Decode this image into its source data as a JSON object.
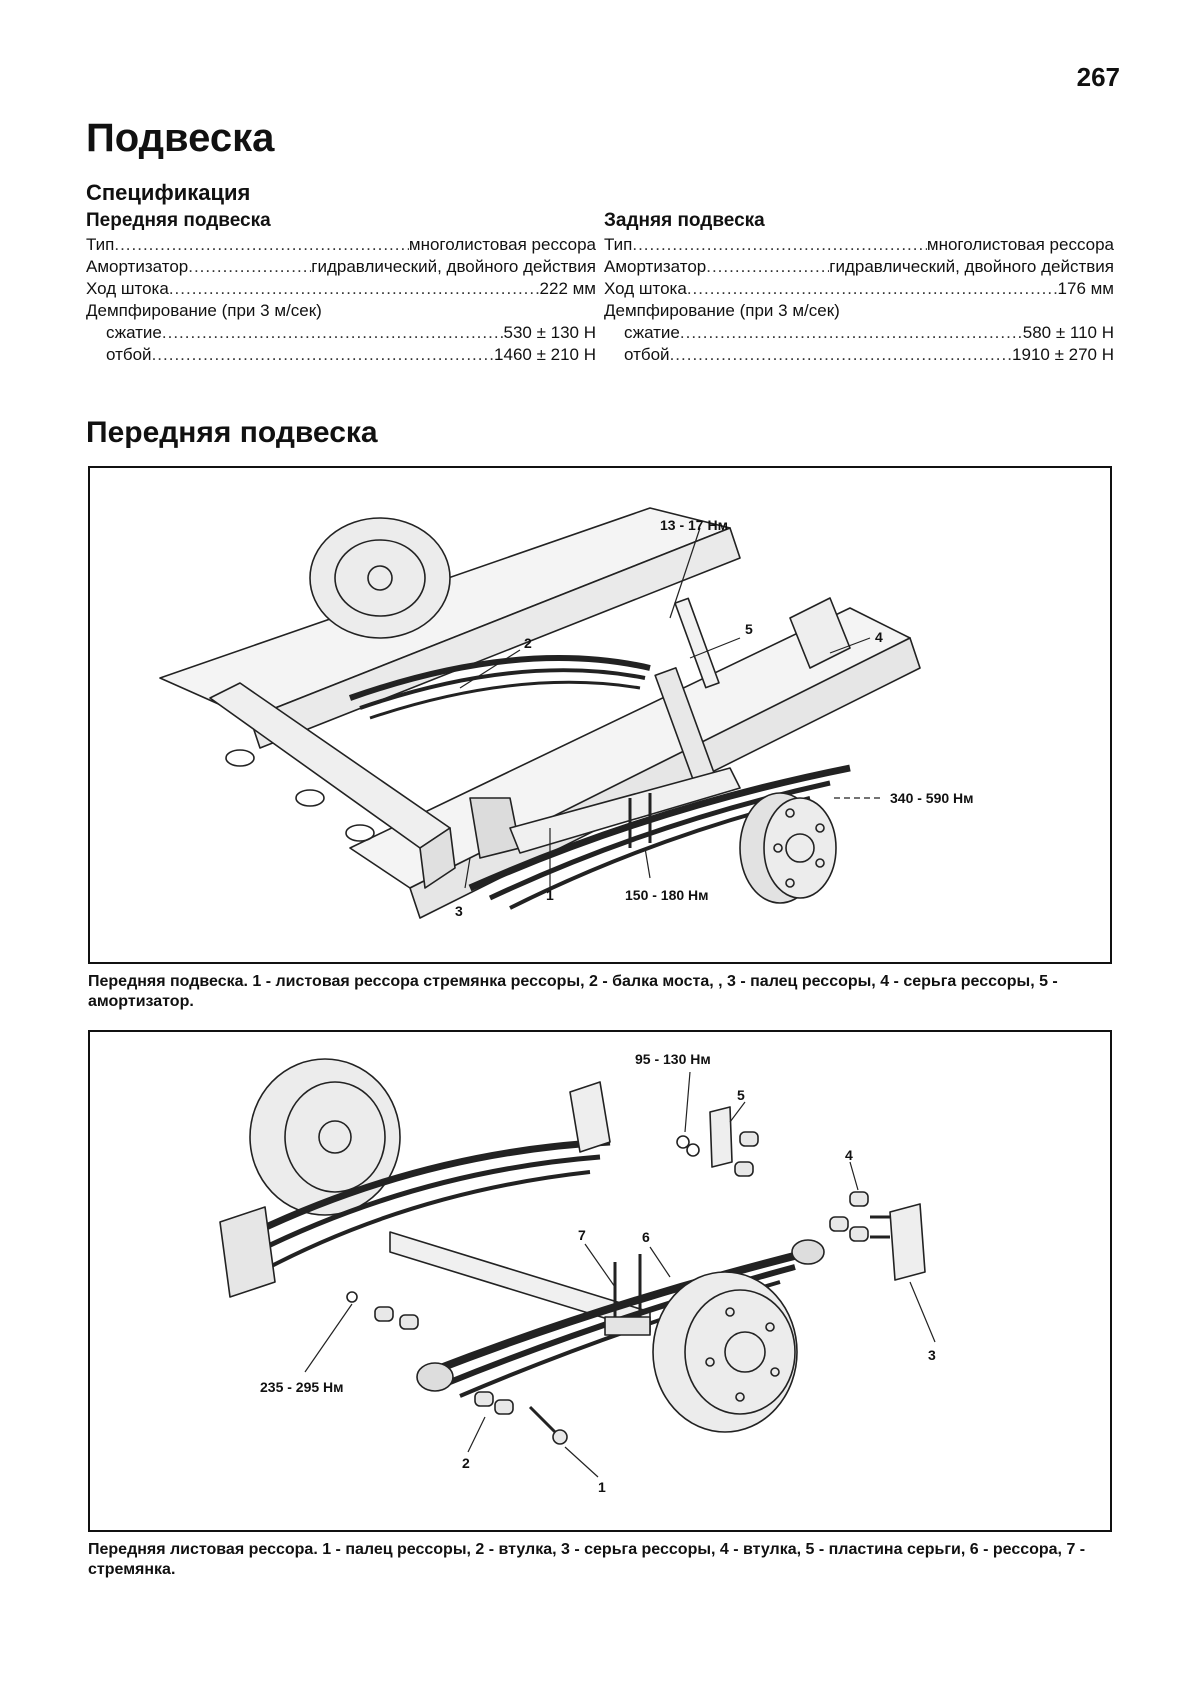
{
  "page_number": "267",
  "title": "Подвеска",
  "spec": {
    "title": "Спецификация",
    "front": {
      "heading": "Передняя подвеска",
      "rows": [
        {
          "label": "Тип",
          "value": "многолистовая рессора"
        },
        {
          "label": "Амортизатор",
          "value": "гидравлический, двойного действия"
        },
        {
          "label": "Ход штока",
          "value": "222 мм"
        },
        {
          "label": "Демпфирование (при 3 м/сек)",
          "value": ""
        },
        {
          "label": "сжатие",
          "value": "530 ± 130 Н"
        },
        {
          "label": "отбой",
          "value": "1460 ± 210 Н"
        }
      ]
    },
    "rear": {
      "heading": "Задняя подвеска",
      "rows": [
        {
          "label": "Тип",
          "value": "многолистовая рессора"
        },
        {
          "label": "Амортизатор",
          "value": "гидравлический, двойного действия"
        },
        {
          "label": "Ход штока",
          "value": "176 мм"
        },
        {
          "label": "Демпфирование (при 3 м/сек)",
          "value": ""
        },
        {
          "label": "сжатие",
          "value": "580 ± 110 Н"
        },
        {
          "label": "отбой",
          "value": "1910 ± 270 Н"
        }
      ]
    }
  },
  "section_title": "Передняя подвеска",
  "figure1": {
    "labels": {
      "torque_top": "13 - 17 Нм",
      "torque_right": "340 - 590 Нм",
      "torque_bottom": "150 - 180 Нм",
      "n1": "1",
      "n2": "2",
      "n3": "3",
      "n4": "4",
      "n5": "5"
    },
    "caption": "Передняя подвеска. 1 - листовая рессора стремянка рессоры, 2 - балка моста, , 3 - палец рессоры, 4 - серьга рессоры, 5 - амортизатор."
  },
  "figure2": {
    "labels": {
      "torque_top": "95 - 130 Нм",
      "torque_left": "235 - 295 Нм",
      "n1": "1",
      "n2": "2",
      "n3": "3",
      "n4": "4",
      "n5": "5",
      "n6": "6",
      "n7": "7"
    },
    "caption": "Передняя листовая рессора. 1 - палец рессоры, 2 - втулка, 3 - серьга рессоры, 4 - втулка, 5 - пластина серьги, 6 - рессора, 7 - стремянка."
  }
}
